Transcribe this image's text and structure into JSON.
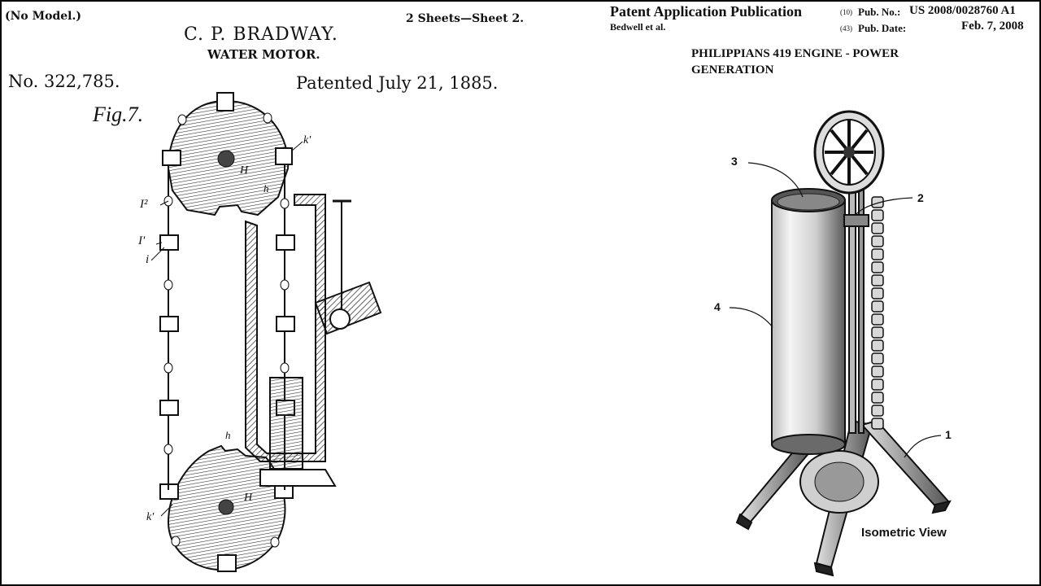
{
  "left_patent": {
    "model_note": "(No Model.)",
    "sheets": "2 Sheets—Sheet 2.",
    "inventor": "C. P. BRADWAY.",
    "title": "WATER MOTOR.",
    "number": "No. 322,785.",
    "patented": "Patented July 21, 1885.",
    "figure_label": "Fig.7.",
    "ref_labels": {
      "k1_top": "k'",
      "H_top": "H",
      "h_top": "h",
      "I2": "I²",
      "I1": "I'",
      "i": "i",
      "h_bottom": "h",
      "H_bottom": "H",
      "k1_bottom": "k'"
    }
  },
  "right_patent": {
    "publication_title": "Patent Application Publication",
    "pub_no_prefix": "(10)",
    "pub_no_label": "Pub. No.:",
    "pub_no": "US 2008/0028760 A1",
    "authors": "Bedwell et al.",
    "pub_date_prefix": "(43)",
    "pub_date_label": "Pub. Date:",
    "pub_date": "Feb. 7, 2008",
    "heading_line1": "PHILIPPIANS 419 ENGINE - POWER",
    "heading_line2": "GENERATION",
    "callouts": [
      "3",
      "2",
      "4",
      "1"
    ],
    "view_caption": "Isometric View"
  }
}
